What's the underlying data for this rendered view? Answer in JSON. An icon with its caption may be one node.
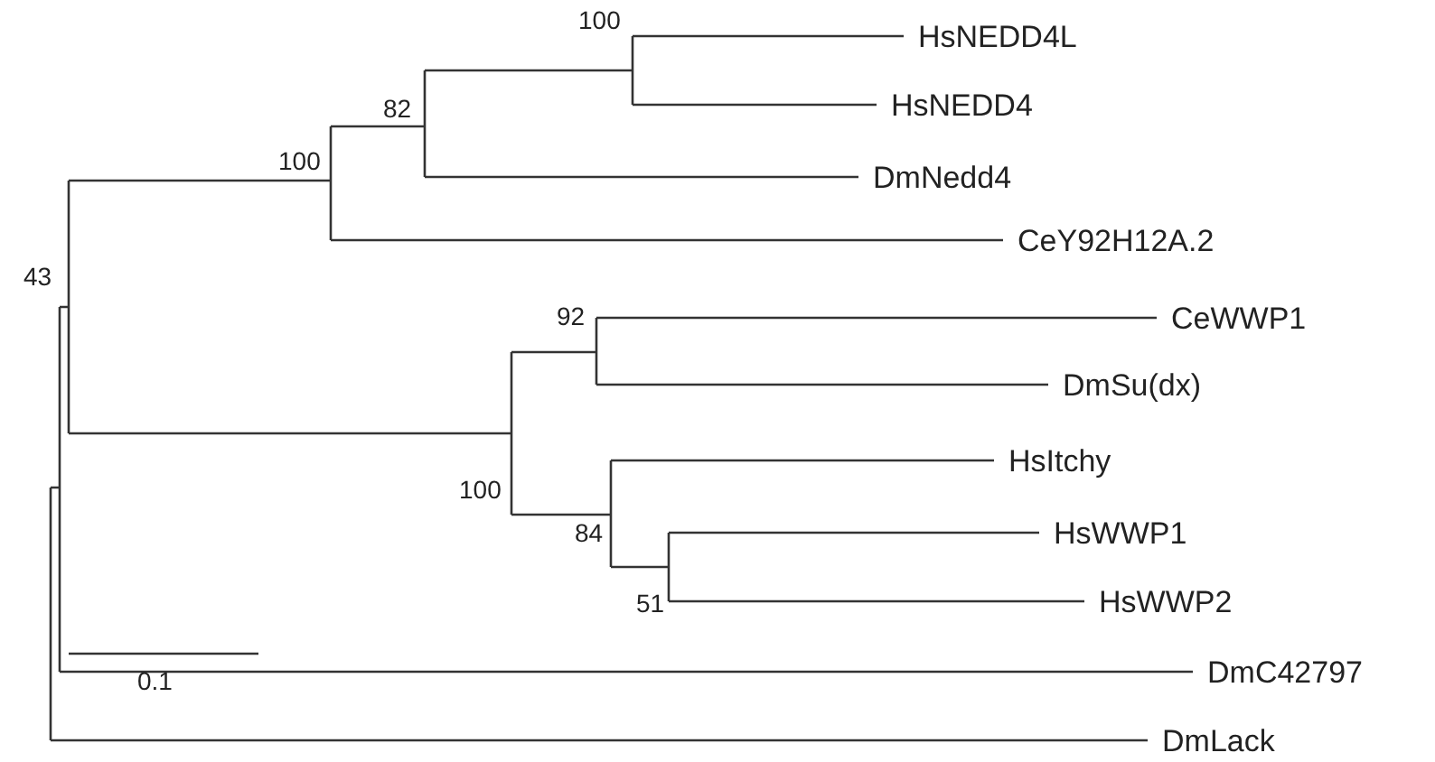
{
  "diagram": {
    "labels": [
      "100",
      "HsNEDD4L",
      "82",
      "HsNEDD4",
      "100",
      "DmNedd4",
      "CeY92H12A.2",
      "43",
      "92",
      "CeWWP1",
      "DmSu(dx)",
      "100",
      "HsItchy",
      "84",
      "HsWWP1",
      "51",
      "HsWWP2",
      "0.1",
      "DmC42797",
      "DmLack"
    ]
  }
}
